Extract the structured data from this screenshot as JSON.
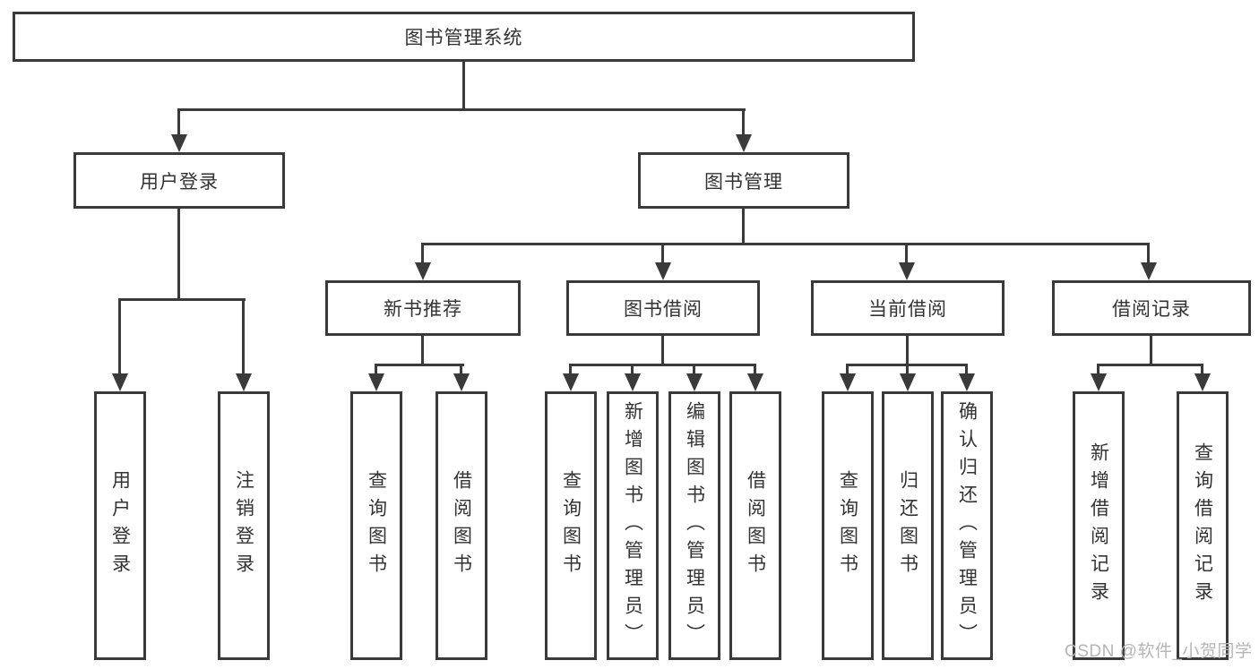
{
  "root": {
    "label": "图书管理系统"
  },
  "branches": [
    {
      "label": "用户登录",
      "leaves": [
        {
          "label": "用户登录"
        },
        {
          "label": "注销登录"
        }
      ]
    },
    {
      "label": "图书管理",
      "sections": [
        {
          "label": "新书推荐",
          "leaves": [
            {
              "label": "查询图书"
            },
            {
              "label": "借阅图书"
            }
          ]
        },
        {
          "label": "图书借阅",
          "leaves": [
            {
              "label": "查询图书"
            },
            {
              "label": "新增图书（管理员）"
            },
            {
              "label": "编辑图书（管理员）"
            },
            {
              "label": "借阅图书"
            }
          ]
        },
        {
          "label": "当前借阅",
          "leaves": [
            {
              "label": "查询图书"
            },
            {
              "label": "归还图书"
            },
            {
              "label": "确认归还（管理员）"
            }
          ]
        },
        {
          "label": "借阅记录",
          "leaves": [
            {
              "label": "新增借阅记录"
            },
            {
              "label": "查询借阅记录"
            }
          ]
        }
      ]
    }
  ],
  "watermark": "CSDN @软件_小贺同学",
  "colors": {
    "line": "#3a3a3a",
    "text": "#333333",
    "watermark": "#b5b5b5",
    "background": "#ffffff"
  }
}
